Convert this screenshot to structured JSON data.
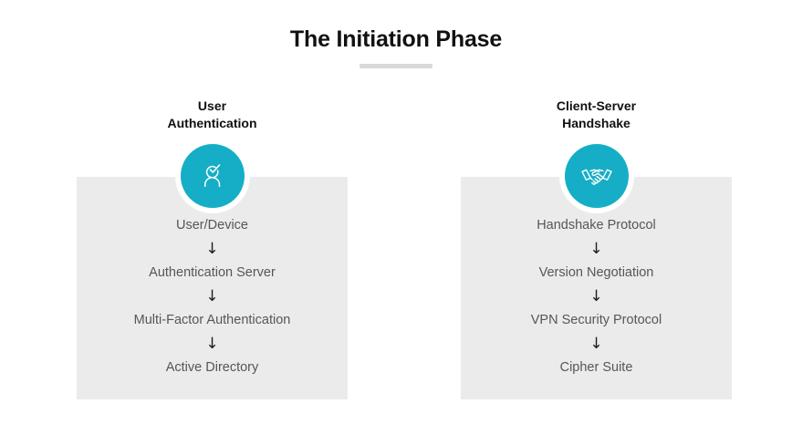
{
  "header": {
    "title": "The Initiation Phase"
  },
  "theme": {
    "accent": "#15aec6",
    "panel_bg": "#ebebeb",
    "title_color": "#111114",
    "node_text_color": "#55565b",
    "rule_color": "#d9d9d9",
    "page_bg": "#ffffff"
  },
  "columns": [
    {
      "heading": "User\nAuthentication",
      "icon": "user-check-icon",
      "nodes": [
        "User/Device",
        "Authentication Server",
        "Multi-Factor Authentication",
        "Active Directory"
      ],
      "arrow": "↓"
    },
    {
      "heading": "Client-Server\nHandshake",
      "icon": "handshake-icon",
      "nodes": [
        "Handshake Protocol",
        "Version Negotiation",
        "VPN Security Protocol",
        "Cipher Suite"
      ],
      "arrow": "↓"
    }
  ]
}
